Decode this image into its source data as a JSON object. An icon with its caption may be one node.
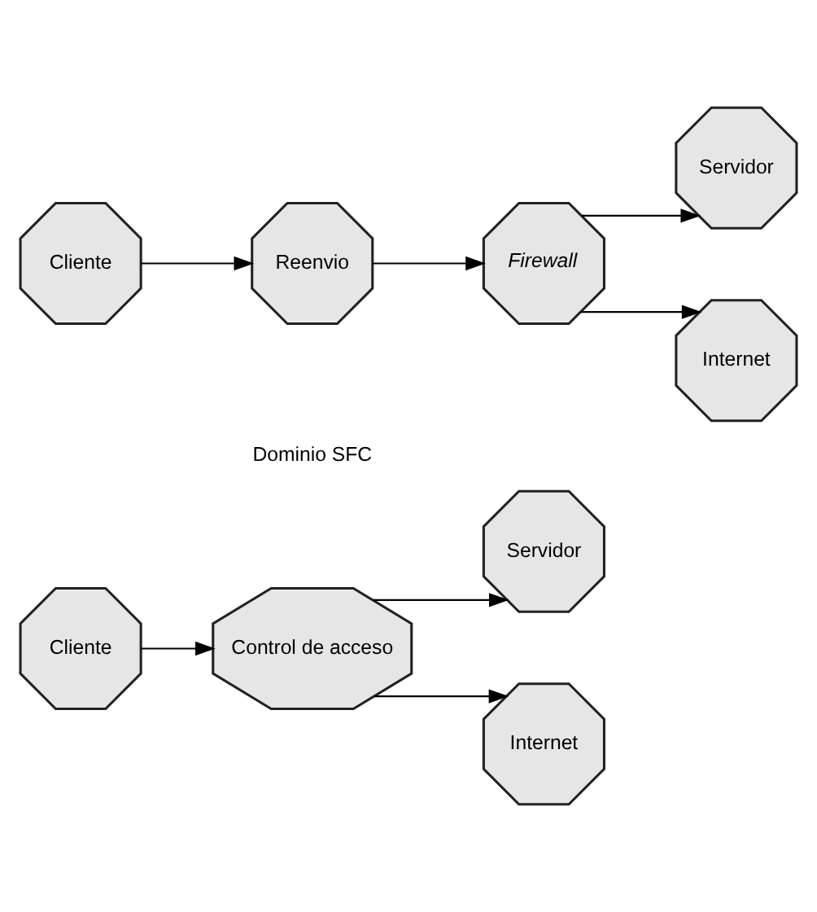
{
  "diagram": {
    "nodes": [
      {
        "text": [
          "Cliente"
        ]
      },
      {
        "text": [
          "Control de acceso"
        ]
      },
      {
        "text": [
          "Servidor"
        ]
      },
      {
        "text": [
          "Internet"
        ]
      },
      {
        "text": [
          "Cliente"
        ]
      },
      {
        "text": [
          "Reenvio"
        ]
      },
      {
        "text": [
          "Firewall"
        ]
      },
      {
        "text": [
          "Servidor"
        ]
      },
      {
        "text": [
          "Internet"
        ]
      }
    ],
    "edges": [
      {
        "from": 0,
        "to": 1,
        "arrow": "to"
      },
      {
        "from": 1,
        "to": 2,
        "arrow": "to"
      },
      {
        "from": 1,
        "to": 3,
        "arrow": "to"
      },
      {
        "from": 4,
        "to": 5,
        "arrow": "to"
      },
      {
        "from": 5,
        "to": 6,
        "arrow": "to"
      },
      {
        "from": 6,
        "to": 7,
        "arrow": "to"
      },
      {
        "from": 6,
        "to": 8,
        "arrow": "to"
      }
    ],
    "labels": [
      "Dominio SFC"
    ]
  }
}
